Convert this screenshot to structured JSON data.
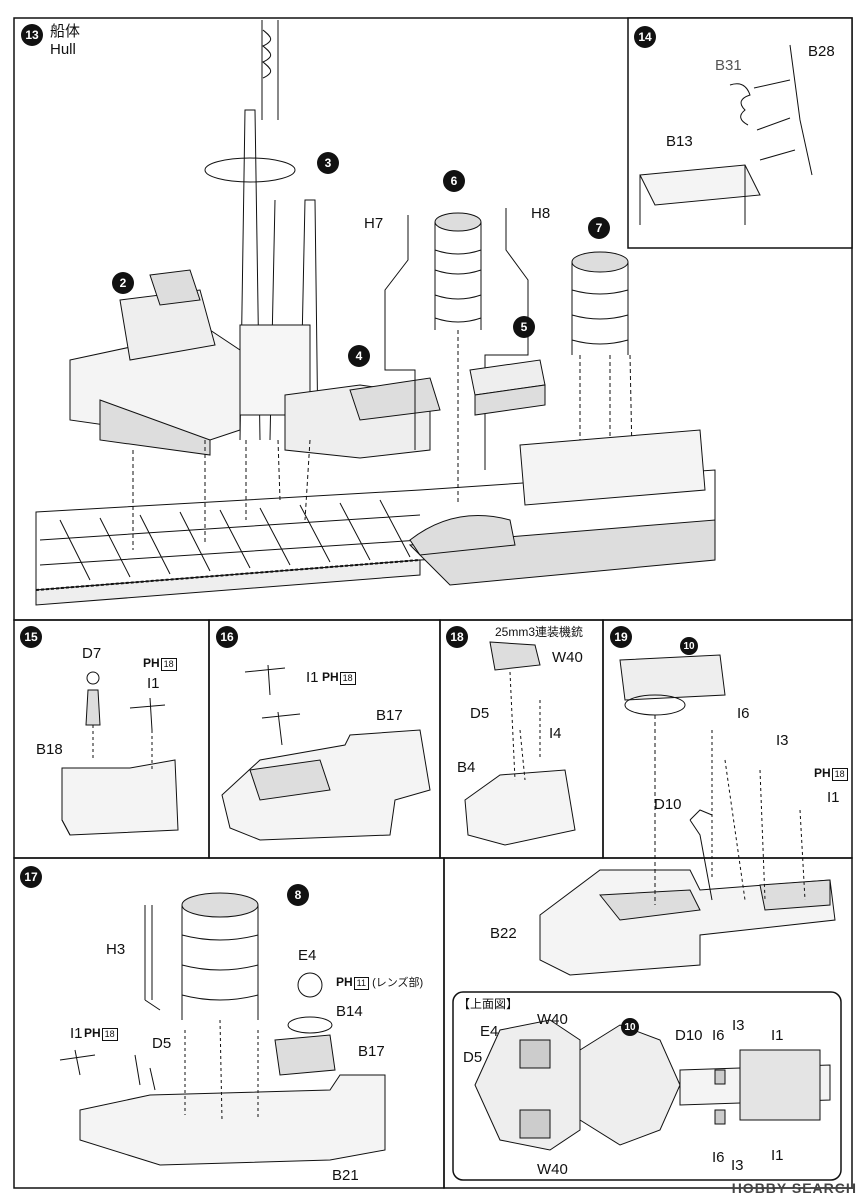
{
  "steps": {
    "s13": {
      "num": "13",
      "title_jp": "船体",
      "title_en": "Hull"
    },
    "s14": {
      "num": "14"
    },
    "s15": {
      "num": "15"
    },
    "s16": {
      "num": "16"
    },
    "s17": {
      "num": "17"
    },
    "s18": {
      "num": "18",
      "note": "25mm3連装機銃"
    },
    "s19": {
      "num": "19"
    }
  },
  "callouts": {
    "c2": "2",
    "c3": "3",
    "c4": "4",
    "c5": "5",
    "c6": "6",
    "c7": "7",
    "c8": "8",
    "c10a": "10",
    "c10b": "10"
  },
  "parts": {
    "H7": "H7",
    "H8": "H8",
    "B31": "B31",
    "B28": "B28",
    "B13": "B13",
    "D7": "D7",
    "I1": "I1",
    "B18": "B18",
    "B17": "B17",
    "W40": "W40",
    "D5": "D5",
    "I4": "I4",
    "B4": "B4",
    "I6": "I6",
    "I3": "I3",
    "D10": "D10",
    "B22": "B22",
    "H3": "H3",
    "E4": "E4",
    "B14": "B14",
    "B21": "B21"
  },
  "ph_marks": {
    "ph": "PH",
    "n18": "18",
    "n11": "11",
    "lens": "(レンズ部)"
  },
  "topview": {
    "title": "【上面図】"
  },
  "watermark": "HOBBY SEARCH"
}
